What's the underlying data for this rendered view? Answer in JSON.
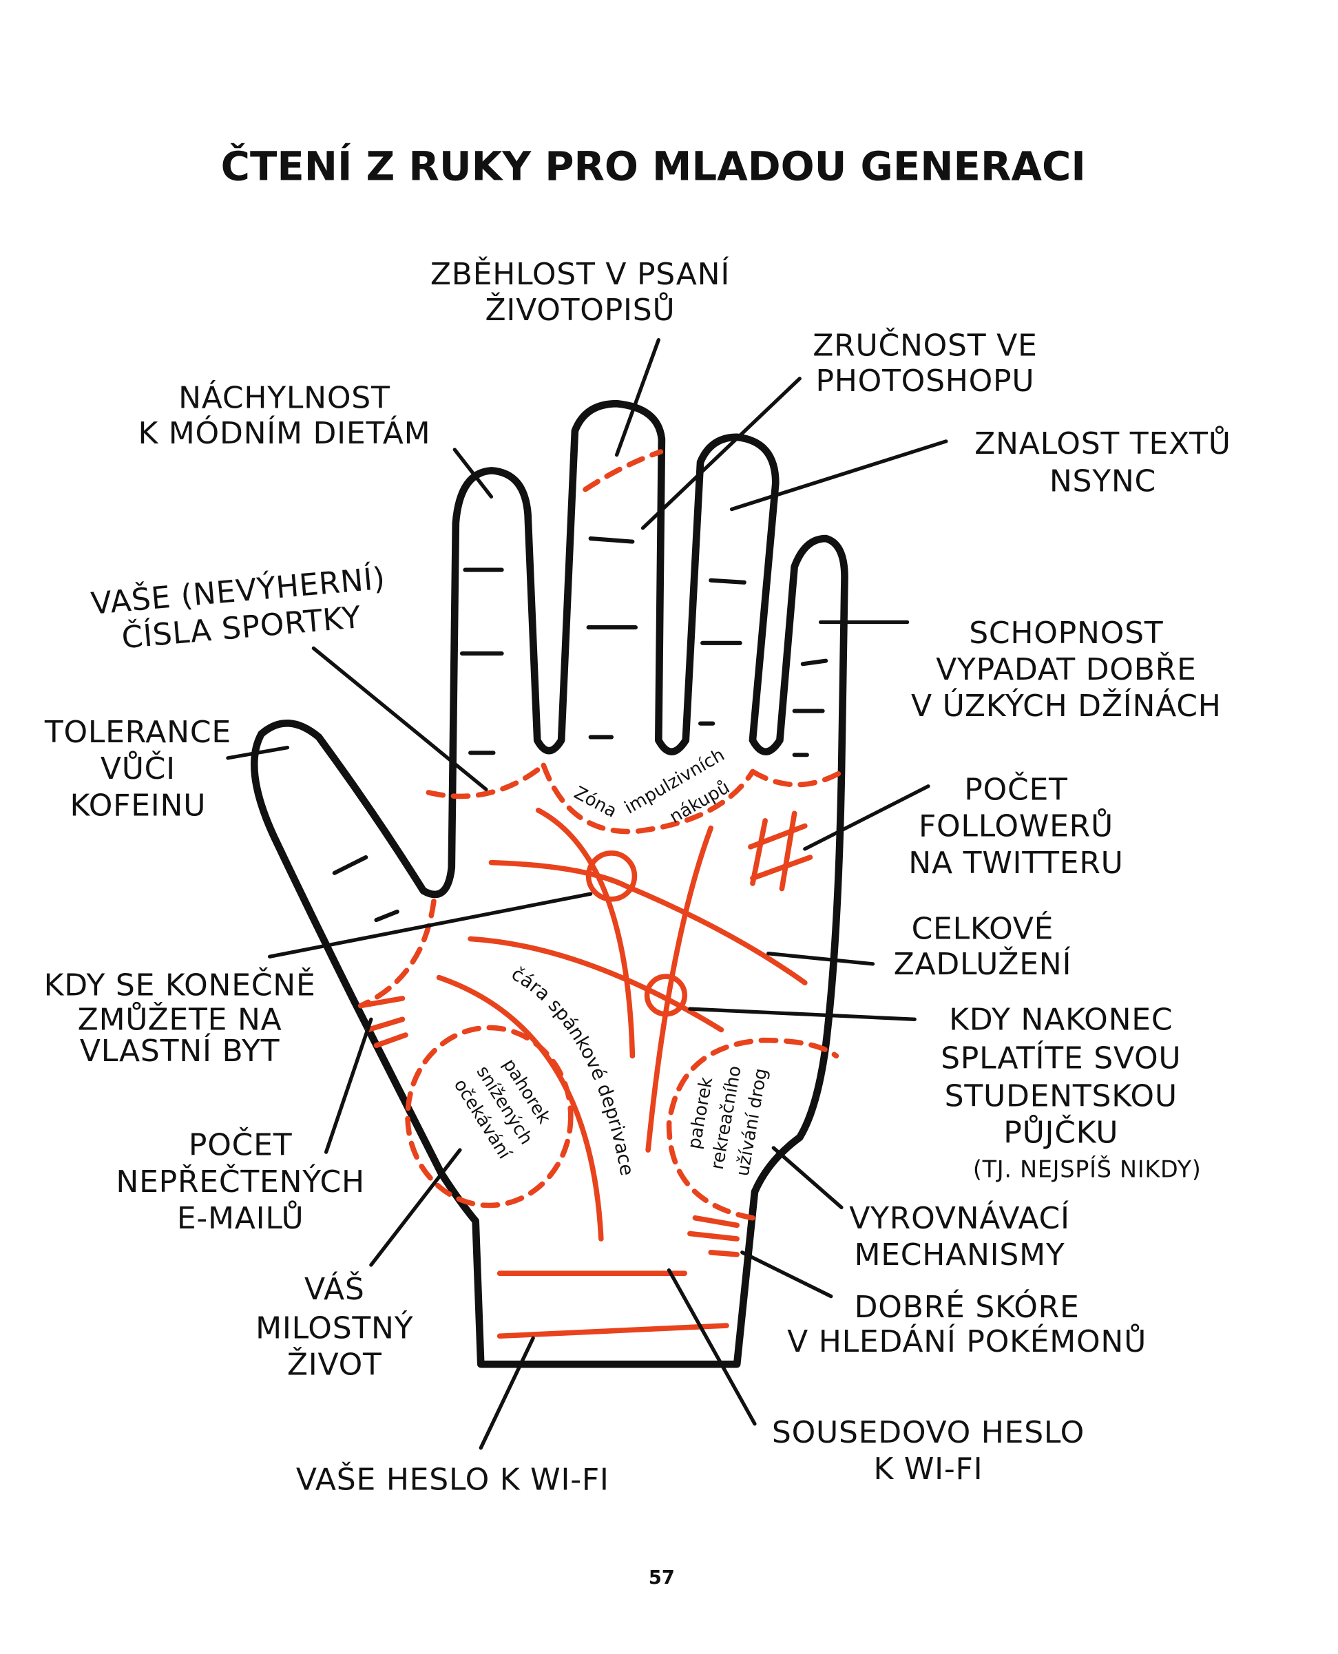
{
  "title": "ČTENÍ Z RUKY PRO MLADOU GENERACI",
  "page_number": "57",
  "colors": {
    "ink": "#111111",
    "accent": "#e8431c"
  },
  "labels": {
    "resume": [
      "ZBĚHLOST V PSANÍ",
      "ŽIVOTOPISŮ"
    ],
    "photoshop": [
      "ZRUČNOST VE",
      "PHOTOSHOPU"
    ],
    "diets": [
      "NÁCHYLNOST",
      "K MÓDNÍM DIETÁM"
    ],
    "nsync": [
      "ZNALOST TEXTŮ",
      "NSYNC"
    ],
    "lottery": [
      "VAŠE (NEVÝHERNÍ)",
      "ČÍSLA SPORTKY"
    ],
    "jeans": [
      "SCHOPNOST",
      "VYPADAT DOBŘE",
      "V ÚZKÝCH DŽÍNÁCH"
    ],
    "caffeine": [
      "TOLERANCE",
      "VŮČI",
      "KOFEINU"
    ],
    "twitter": [
      "POČET",
      "FOLLOWERŮ",
      "NA TWITTERU"
    ],
    "debt": [
      "CELKOVÉ",
      "ZADLUŽENÍ"
    ],
    "flat": [
      "KDY SE KONEČNĚ",
      "ZMŮŽETE NA",
      "VLASTNÍ BYT"
    ],
    "loan": [
      "KDY NAKONEC",
      "SPLATÍTE SVOU",
      "STUDENTSKOU",
      "PŮJČKU",
      "(TJ. NEJSPÍŠ NIKDY)"
    ],
    "emails": [
      "POČET",
      "NEPŘEČTENÝCH",
      "E-MAILŮ"
    ],
    "coping": [
      "VYROVNÁVACÍ",
      "MECHANISMY"
    ],
    "love": [
      "VÁŠ",
      "MILOSTNÝ",
      "ŽIVOT"
    ],
    "pokemon": [
      "DOBRÉ SKÓRE",
      "V HLEDÁNÍ POKÉMONŮ"
    ],
    "neighbor_wifi": [
      "SOUSEDOVO HESLO",
      "K WI-FI"
    ],
    "your_wifi": [
      "VAŠE HESLO K WI-FI"
    ]
  },
  "palm_notes": {
    "zone": [
      "Zóna",
      "impulzivních",
      "nákupů"
    ],
    "sleep_line": "čára spánkové deprivace",
    "low_expectations": [
      "pahorek",
      "snížených",
      "očekávání"
    ],
    "drugs": [
      "pahorek",
      "rekreačního",
      "užívání drog"
    ]
  }
}
